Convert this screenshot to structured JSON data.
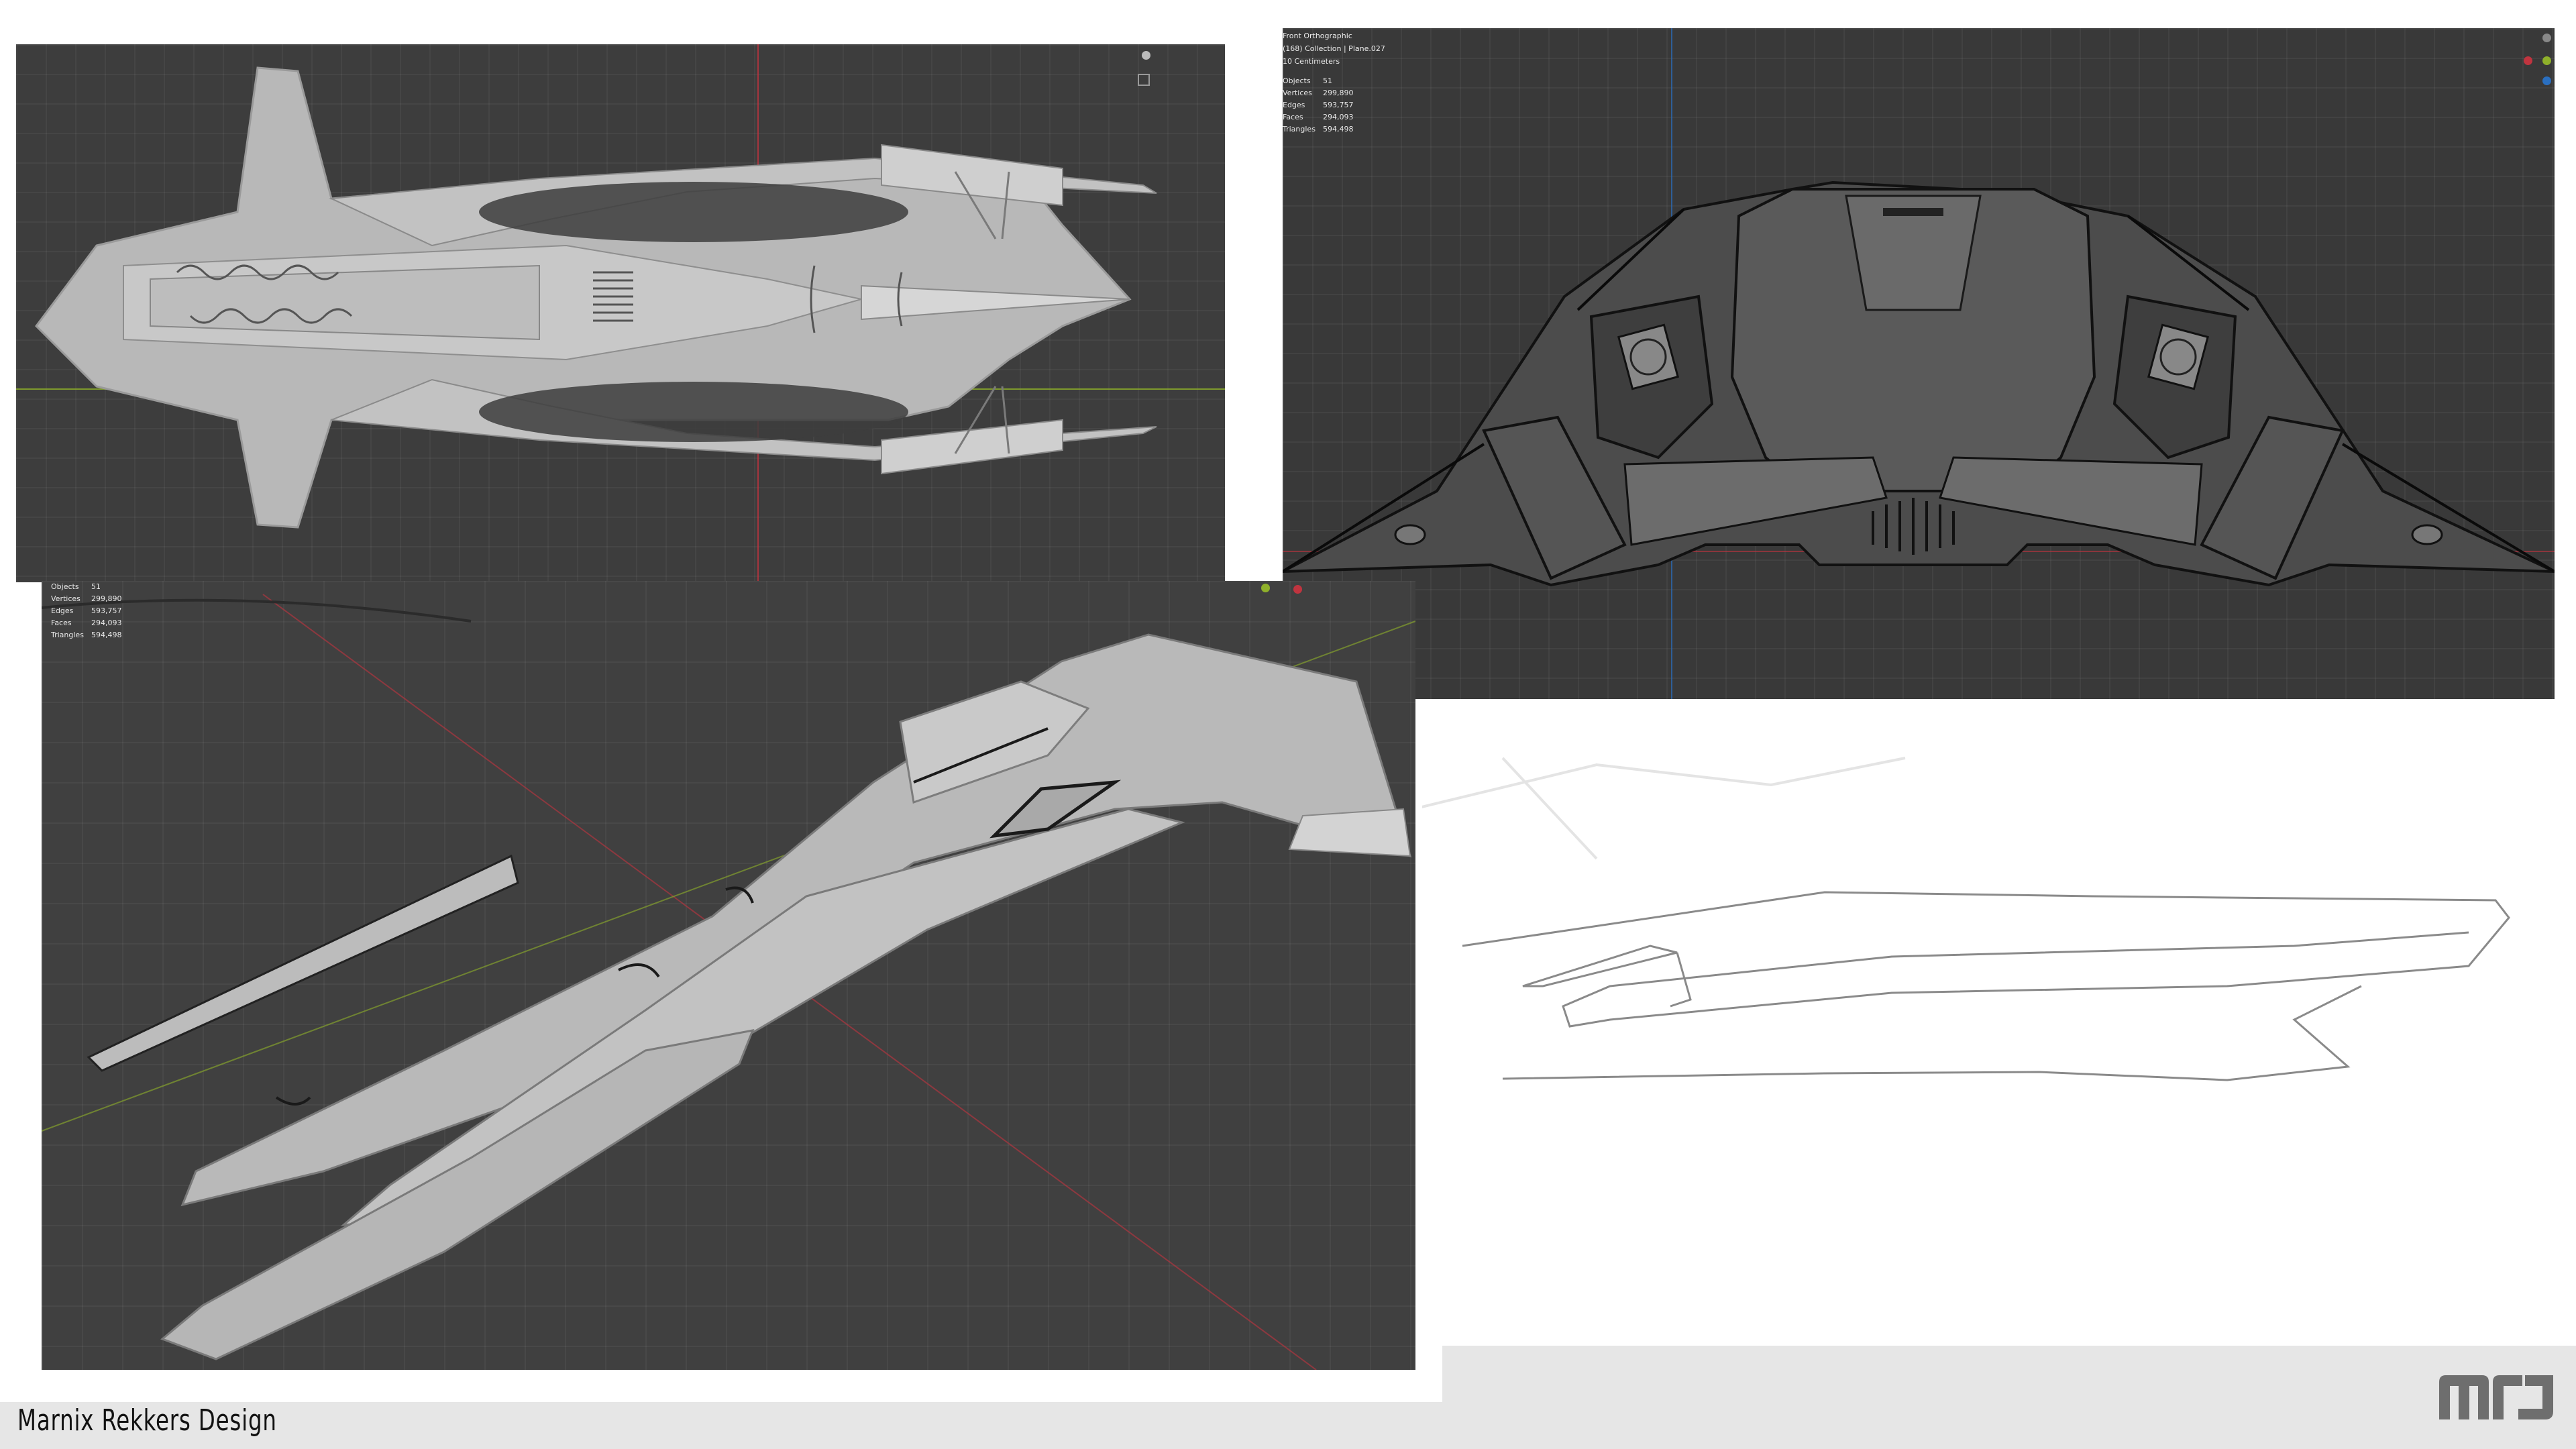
{
  "viewport_front": {
    "view_name": "Front Orthographic",
    "collection": "(168) Collection | Plane.027",
    "scale": "10 Centimeters",
    "stats": [
      {
        "label": "Objects",
        "value": "51"
      },
      {
        "label": "Vertices",
        "value": "299,890"
      },
      {
        "label": "Edges",
        "value": "593,757"
      },
      {
        "label": "Faces",
        "value": "294,093"
      },
      {
        "label": "Triangles",
        "value": "594,498"
      }
    ]
  },
  "viewport_persp": {
    "stats": [
      {
        "label": "Objects",
        "value": "51"
      },
      {
        "label": "Vertices",
        "value": "299,890"
      },
      {
        "label": "Edges",
        "value": "593,757"
      },
      {
        "label": "Faces",
        "value": "294,093"
      },
      {
        "label": "Triangles",
        "value": "594,498"
      }
    ]
  },
  "footer": {
    "brand": "Marnix Rekkers Design",
    "logo_text": "MRJ"
  },
  "colors": {
    "viewport_bg": "#3d3d3d",
    "model_gray": "#b8b8b8",
    "axis_red": "#c0343f",
    "axis_green": "#8fb02a",
    "axis_blue": "#2a6fc0"
  }
}
